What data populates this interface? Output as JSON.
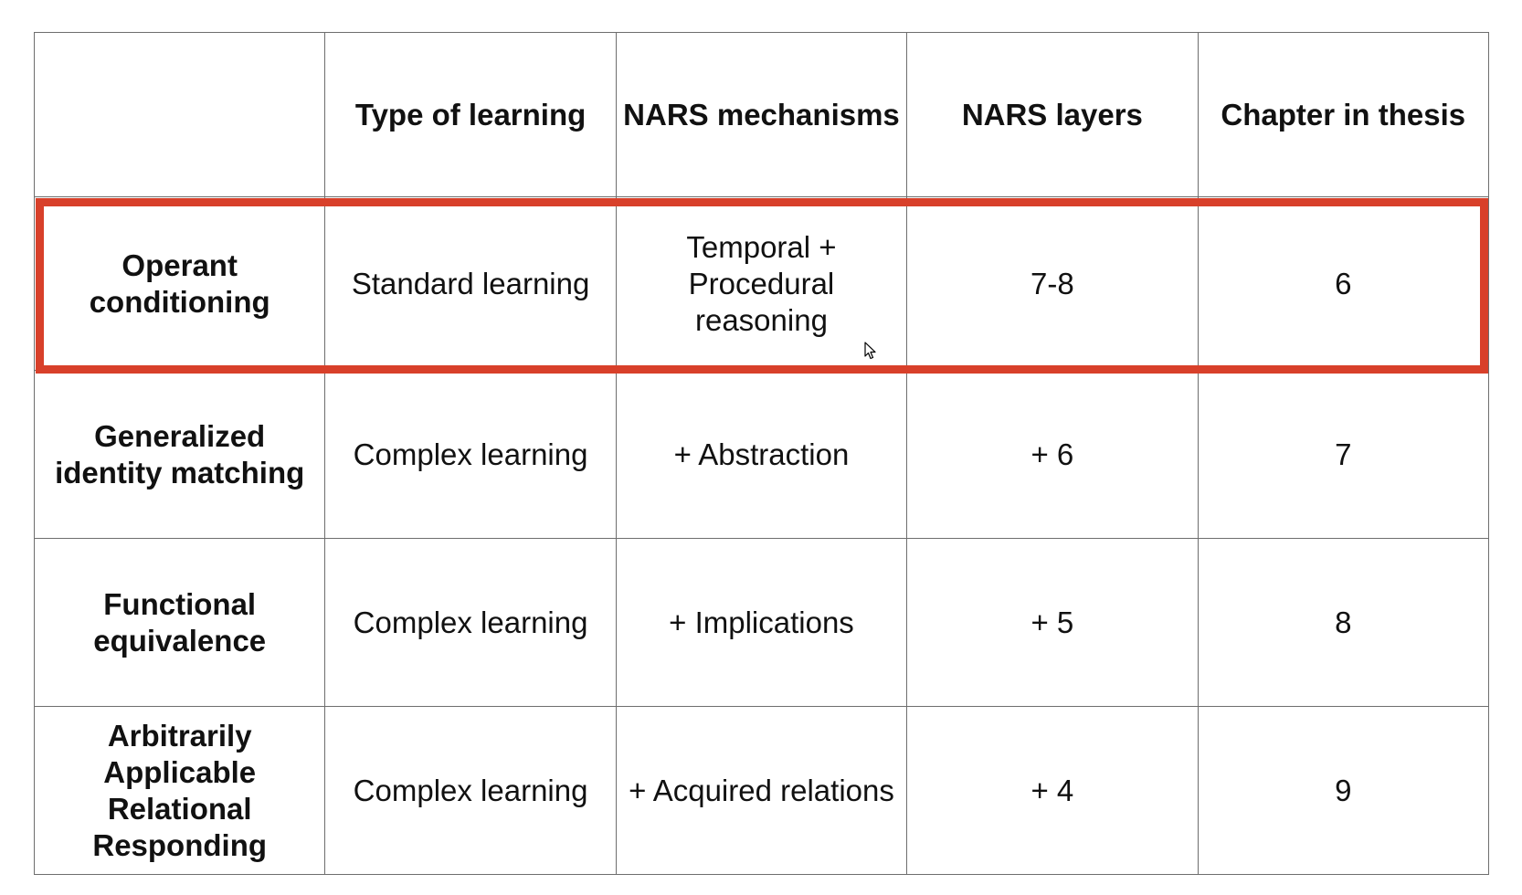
{
  "table": {
    "headers": [
      "",
      "Type of learning",
      "NARS mechanisms",
      "NARS layers",
      "Chapter in thesis"
    ],
    "rows": [
      {
        "label": "Operant conditioning",
        "type_of_learning": "Standard learning",
        "nars_mechanisms": "Temporal + Procedural reasoning",
        "nars_layers": "7-8",
        "chapter": "6",
        "highlighted": true
      },
      {
        "label": "Generalized identity matching",
        "type_of_learning": "Complex learning",
        "nars_mechanisms": "+ Abstraction",
        "nars_layers": "+ 6",
        "chapter": "7",
        "highlighted": false
      },
      {
        "label": "Functional equivalence",
        "type_of_learning": "Complex learning",
        "nars_mechanisms": "+ Implications",
        "nars_layers": "+ 5",
        "chapter": "8",
        "highlighted": false
      },
      {
        "label": "Arbitrarily Applicable Relational Responding",
        "type_of_learning": "Complex learning",
        "nars_mechanisms": "+ Acquired relations",
        "nars_layers": "+ 4",
        "chapter": "9",
        "highlighted": false
      }
    ]
  },
  "colors": {
    "highlight_border": "#d8402a",
    "grid_line": "#6e6e6e",
    "text": "#111111",
    "background": "#ffffff"
  },
  "icons": {
    "cursor": "mouse-pointer-icon"
  }
}
